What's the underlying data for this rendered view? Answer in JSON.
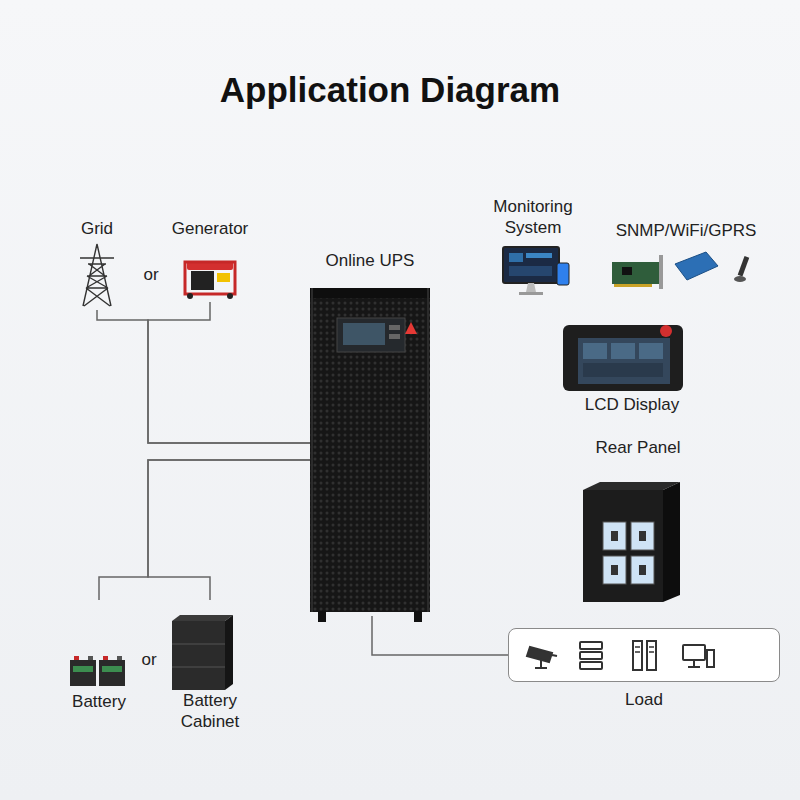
{
  "diagram": {
    "title": "Application Diagram",
    "nodes": [
      {
        "text": [
          "Grid"
        ]
      },
      {
        "text": [
          "Generator"
        ]
      },
      {
        "text": [
          "Online UPS"
        ]
      },
      {
        "text": [
          "Battery"
        ]
      },
      {
        "text": [
          "Battery Cabinet"
        ]
      },
      {
        "text": [
          "Load"
        ]
      }
    ],
    "edges": [
      {
        "from": 0,
        "to": 2,
        "arrow": "none"
      },
      {
        "from": 1,
        "to": 2,
        "arrow": "none"
      },
      {
        "from": 3,
        "to": 2,
        "arrow": "none"
      },
      {
        "from": 4,
        "to": 2,
        "arrow": "none"
      },
      {
        "from": 2,
        "to": 5,
        "arrow": "none"
      }
    ],
    "labels": [
      "or",
      "Monitoring System",
      "SNMP/WiFi/GPRS",
      "LCD Display",
      "Rear Panel",
      "or"
    ]
  }
}
